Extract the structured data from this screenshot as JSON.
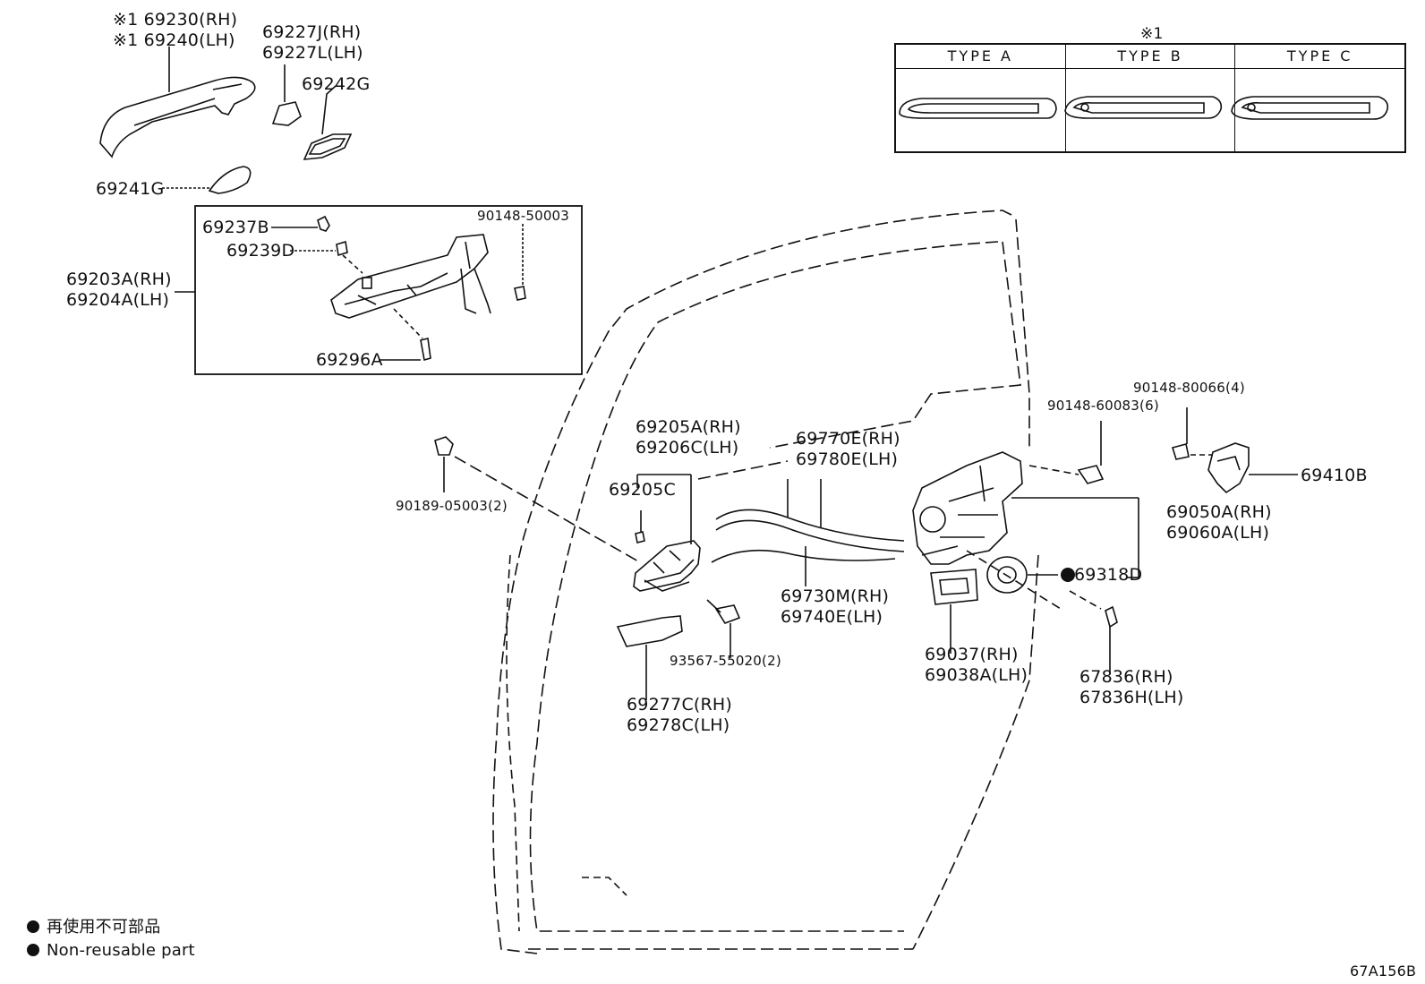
{
  "diagram": {
    "ref_code": "67A156B",
    "note_mark": "※1",
    "types": [
      {
        "label": "TYPE  A"
      },
      {
        "label": "TYPE  B"
      },
      {
        "label": "TYPE  C"
      }
    ],
    "legend": {
      "jp": "再使用不可部品",
      "en": "Non-reusable part"
    },
    "parts": {
      "p69230": "※1 69230(RH)",
      "p69240": "※1 69240(LH)",
      "p69227J": "69227J(RH)",
      "p69227L": "69227L(LH)",
      "p69242G": "69242G",
      "p69241G": "69241G",
      "p69237B": "69237B",
      "p69239D": "69239D",
      "p90148_50003": "90148-50003",
      "p69203A": "69203A(RH)",
      "p69204A": "69204A(LH)",
      "p69296A": "69296A",
      "p90148_80066": "90148-80066(4)",
      "p90148_60083": "90148-60083(6)",
      "p69410B": "69410B",
      "p69205A": "69205A(RH)",
      "p69206C": "69206C(LH)",
      "p69770E": "69770E(RH)",
      "p69780E": "69780E(LH)",
      "p69205C": "69205C",
      "p90189": "90189-05003(2)",
      "p69050A": "69050A(RH)",
      "p69060A": "69060A(LH)",
      "p69318D": "69318D",
      "p69730M": "69730M(RH)",
      "p69740E": "69740E(LH)",
      "p93567": "93567-55020(2)",
      "p69037": "69037(RH)",
      "p69038A": "69038A(LH)",
      "p67836": "67836(RH)",
      "p67836H": "67836H(LH)",
      "p69277C": "69277C(RH)",
      "p69278C": "69278C(LH)"
    }
  }
}
